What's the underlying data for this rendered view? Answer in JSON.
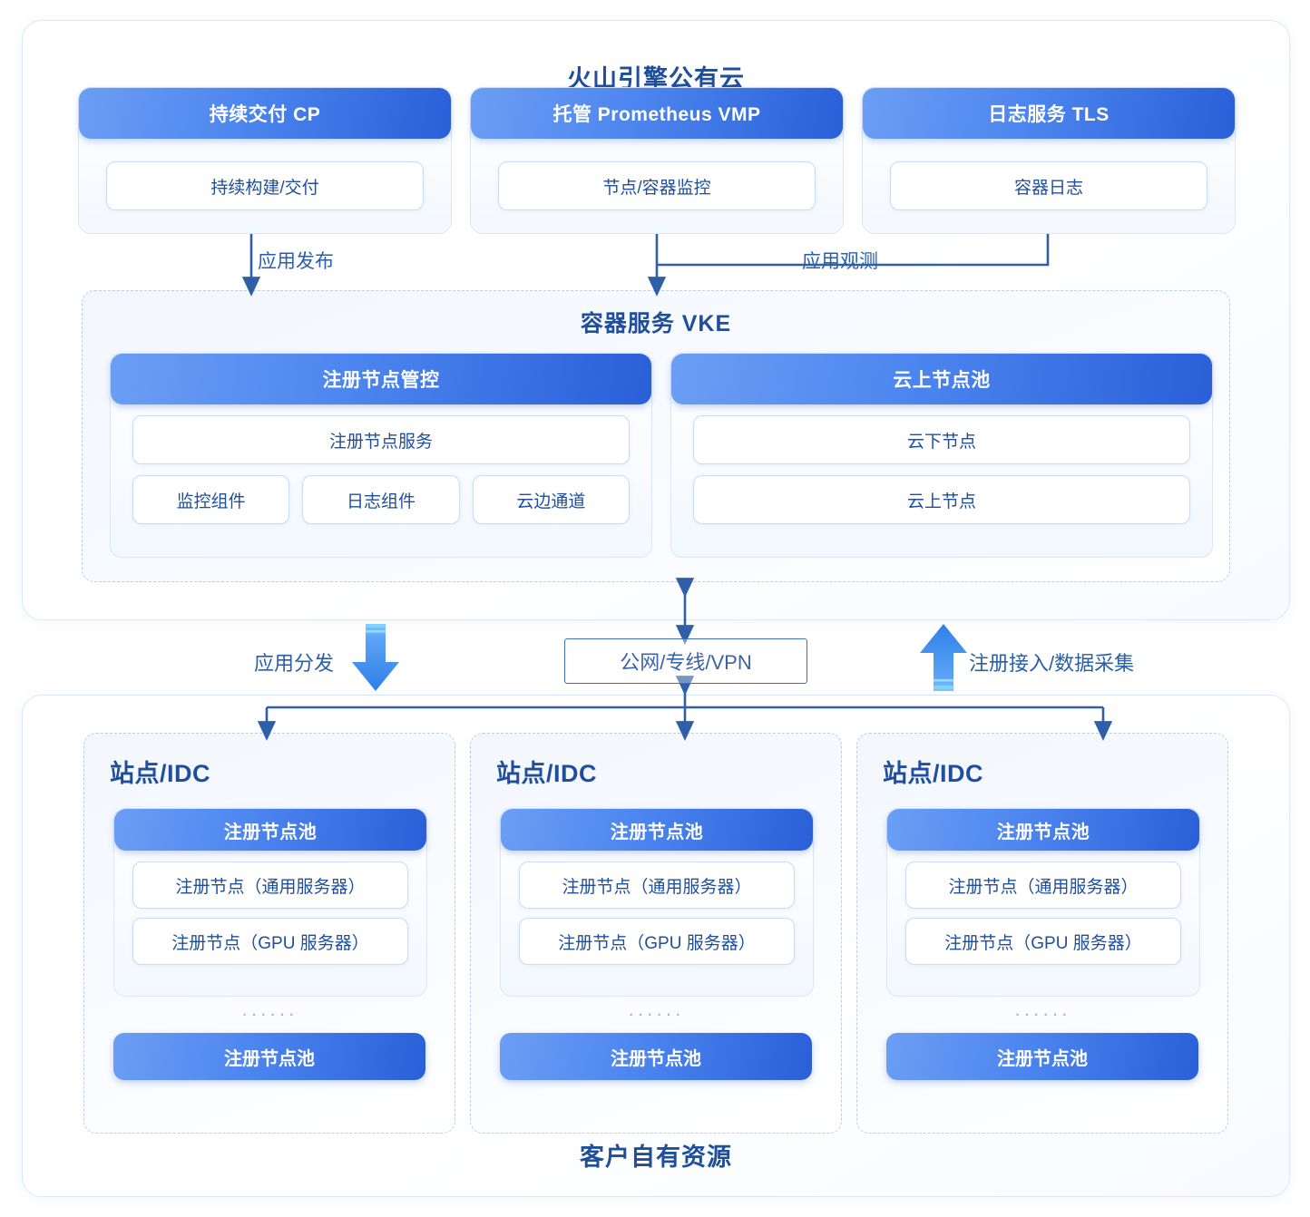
{
  "cloud": {
    "title": "火山引擎公有云",
    "services": [
      {
        "name": "持续交付 CP",
        "item": "持续构建/交付"
      },
      {
        "name": "托管 Prometheus VMP",
        "item": "节点/容器监控"
      },
      {
        "name": "日志服务 TLS",
        "item": "容器日志"
      }
    ],
    "vke": {
      "title": "容器服务 VKE",
      "cards": [
        {
          "header": "注册节点管控",
          "full_row": "注册节点服务",
          "sub_items": [
            "监控组件",
            "日志组件",
            "云边通道"
          ]
        },
        {
          "header": "云上节点池",
          "rows": [
            "云下节点",
            "云上节点"
          ]
        }
      ]
    }
  },
  "connectors": {
    "publish": "应用发布",
    "observe": "应用观测",
    "distribute": "应用分发",
    "register": "注册接入/数据采集",
    "network": "公网/专线/VPN"
  },
  "onprem": {
    "title": "客户自有资源",
    "sites": [
      {
        "title": "站点/IDC",
        "pool_header": "注册节点池",
        "nodes": [
          "注册节点（通用服务器）",
          "注册节点（GPU 服务器）"
        ],
        "ellipsis": "······",
        "pool_header_2": "注册节点池"
      },
      {
        "title": "站点/IDC",
        "pool_header": "注册节点池",
        "nodes": [
          "注册节点（通用服务器）",
          "注册节点（GPU 服务器）"
        ],
        "ellipsis": "······",
        "pool_header_2": "注册节点池"
      },
      {
        "title": "站点/IDC",
        "pool_header": "注册节点池",
        "nodes": [
          "注册节点（通用服务器）",
          "注册节点（GPU 服务器）"
        ],
        "ellipsis": "······",
        "pool_header_2": "注册节点池"
      }
    ]
  },
  "colors": {
    "gradient_start": "#6b9ef4",
    "gradient_end": "#2a5fd8",
    "title_navy": "#1f4e9c",
    "body_text": "#1f4e9c",
    "wire": "#2e5fa8",
    "dashed_border": "#b9cdea",
    "box_border": "#c8dbf7",
    "arrow_blue": "#3b8ef0"
  }
}
